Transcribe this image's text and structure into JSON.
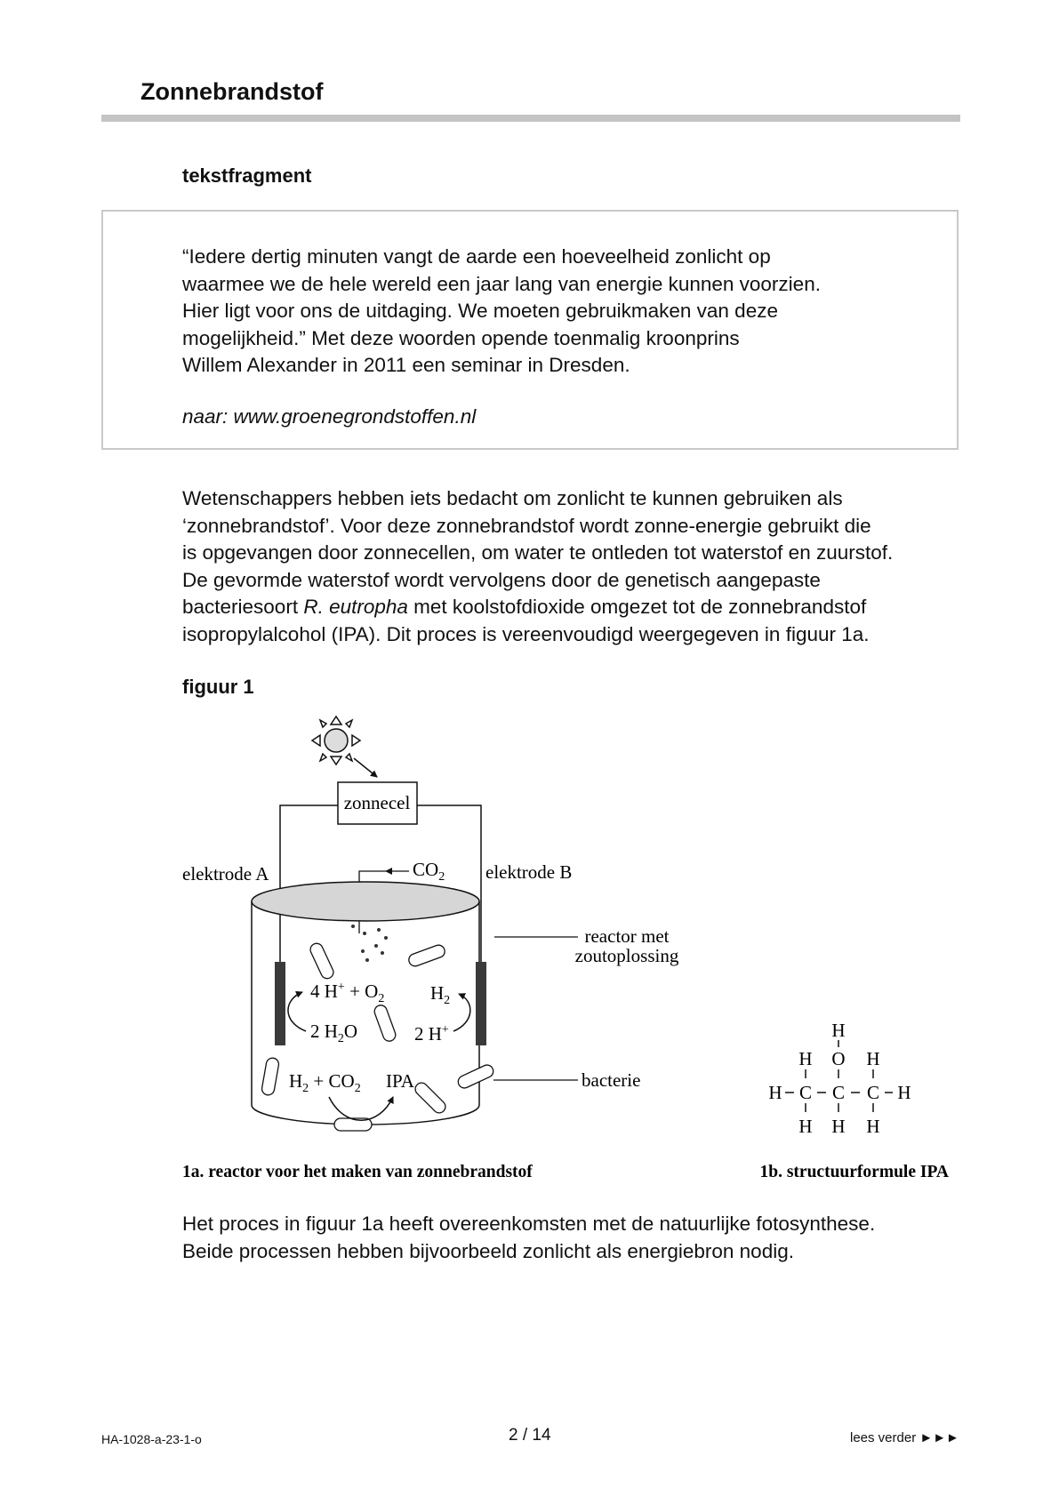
{
  "header": {
    "title": "Zonnebrandstof"
  },
  "fragment": {
    "heading": "tekstfragment",
    "lines": [
      "“Iedere dertig minuten vangt de aarde een hoeveelheid zonlicht op",
      "waarmee we de hele wereld een jaar lang van energie kunnen voorzien.",
      "Hier ligt voor ons de uitdaging. We moeten gebruikmaken van deze",
      "mogelijkheid.” Met deze woorden opende toenmalig kroonprins",
      "Willem Alexander in 2011 een seminar in Dresden."
    ],
    "source": "naar: www.groenegrondstoffen.nl"
  },
  "intro": {
    "line1": "Wetenschappers hebben iets bedacht om zonlicht te kunnen gebruiken als",
    "line2": "‘zonnebrandstof’. Voor deze zonnebrandstof wordt zonne-energie gebruikt die",
    "line3": "is opgevangen door zonnecellen, om water te ontleden tot waterstof en zuurstof.",
    "line4": "De gevormde waterstof wordt vervolgens door de genetisch aangepaste",
    "line5_pre": "bacteriesoort ",
    "line5_italic": "R. eutropha",
    "line5_post": " met koolstofdioxide omgezet tot de zonnebrandstof",
    "line6": "isopropylalcohol (IPA). Dit proces is vereenvoudigd weergegeven in figuur 1a."
  },
  "figure": {
    "heading": "figuur 1",
    "labels": {
      "zonnecel": "zonnecel",
      "elektrode_a": "elektrode A",
      "elektrode_b": "elektrode B",
      "co2": "CO",
      "co2_sub": "2",
      "reactor_1": "reactor met",
      "reactor_2": "zoutoplossing",
      "eq_ox_a": "4 H",
      "eq_ox_sup": "+",
      "eq_ox_b": " + O",
      "eq_ox_sub": "2",
      "water_a": "2 H",
      "water_sub": "2",
      "water_b": "O",
      "h2_a": "H",
      "h2_sub": "2",
      "hplus_a": "2 H",
      "hplus_sup": "+",
      "feed_a": "H",
      "feed_sub1": "2",
      "feed_b": " + CO",
      "feed_sub2": "2",
      "ipa": "IPA",
      "bacterie": "bacterie"
    },
    "ipa_formula": {
      "top_h": "H",
      "row2": [
        "H",
        "O",
        "H"
      ],
      "row3_left": "H",
      "row3_c": [
        "C",
        "C",
        "C"
      ],
      "row3_right": "H",
      "row4": [
        "H",
        "H",
        "H"
      ]
    },
    "caption_a": "1a. reactor voor het maken van zonnebrandstof",
    "caption_b": "1b. structuurformule IPA"
  },
  "closing": {
    "line1": "Het proces in figuur 1a heeft overeenkomsten met de natuurlijke fotosynthese.",
    "line2": "Beide processen hebben bijvoorbeeld zonlicht als energiebron nodig."
  },
  "footer": {
    "code": "HA-1028-a-23-1-o",
    "page": "2 / 14",
    "continue": "lees verder ►►►"
  }
}
